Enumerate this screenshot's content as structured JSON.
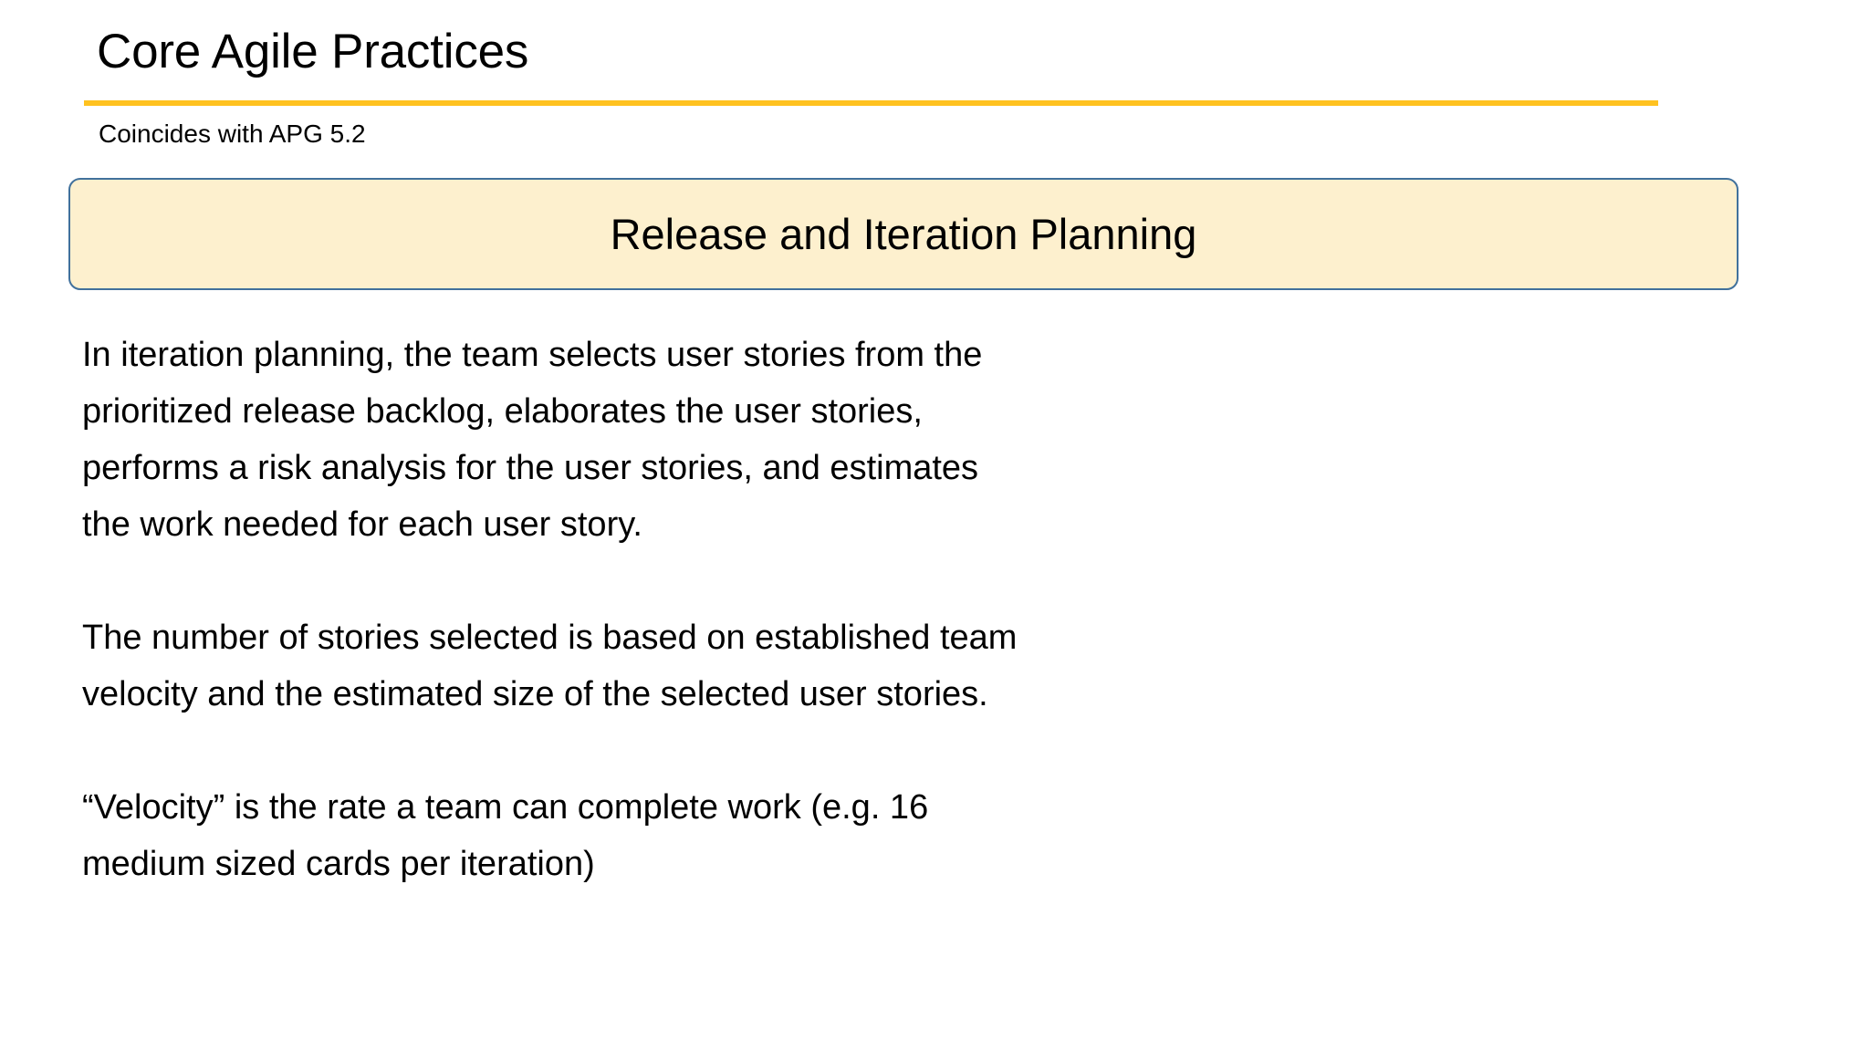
{
  "slide": {
    "title": "Core Agile Practices",
    "subtitle": "Coincides with APG 5.2",
    "banner_text": "Release and Iteration Planning",
    "paragraphs": [
      {
        "text": "In iteration planning, the team selects user stories from the prioritized release backlog, elaborates the user stories, performs a risk analysis for the user stories, and estimates the work needed for each user story.",
        "lines": [
          "In iteration planning, the team selects user stories from the",
          "prioritized release backlog, elaborates the user stories,",
          "performs a risk analysis for the user stories, and estimates",
          "the work needed for each user story."
        ]
      },
      {
        "text": "The number of stories selected is based on established team velocity and the estimated size of the selected user stories.",
        "lines": [
          "The number of stories selected is based on established team",
          "velocity and the estimated size of the selected user stories."
        ]
      },
      {
        "text": "“Velocity” is the rate a team can complete work (e.g. 16 medium sized cards per iteration)",
        "lines": [
          "“Velocity” is the rate a team can complete work (e.g. 16",
          "medium sized cards per iteration)"
        ]
      }
    ],
    "colors": {
      "background": "#ffffff",
      "text": "#000000",
      "title_rule": "#ffc220",
      "banner_fill": "#fdf0ce",
      "banner_border": "#41719c"
    }
  }
}
